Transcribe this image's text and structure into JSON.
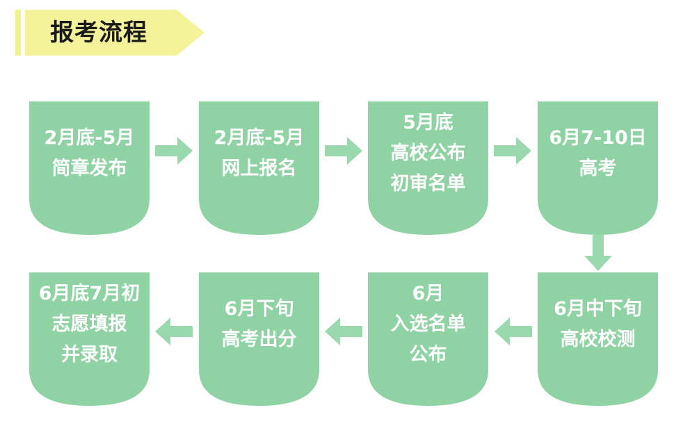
{
  "title": "报考流程",
  "colors": {
    "node_fill": "#8fd3a4",
    "arrow_fill": "#9ad9ae",
    "title_fill": "#f5f399",
    "text": "#ffffff"
  },
  "steps": [
    {
      "lines": [
        "2月底-5月",
        "简章发布"
      ]
    },
    {
      "lines": [
        "2月底-5月",
        "网上报名"
      ]
    },
    {
      "lines": [
        "5月底",
        "高校公布",
        "初审名单"
      ]
    },
    {
      "lines": [
        "6月7-10日",
        "高考"
      ]
    },
    {
      "lines": [
        "6月中下旬",
        "高校校测"
      ]
    },
    {
      "lines": [
        "6月",
        "入选名单",
        "公布"
      ]
    },
    {
      "lines": [
        "6月下旬",
        "高考出分"
      ]
    },
    {
      "lines": [
        "6月底7月初",
        "志愿填报",
        "并录取"
      ]
    }
  ]
}
